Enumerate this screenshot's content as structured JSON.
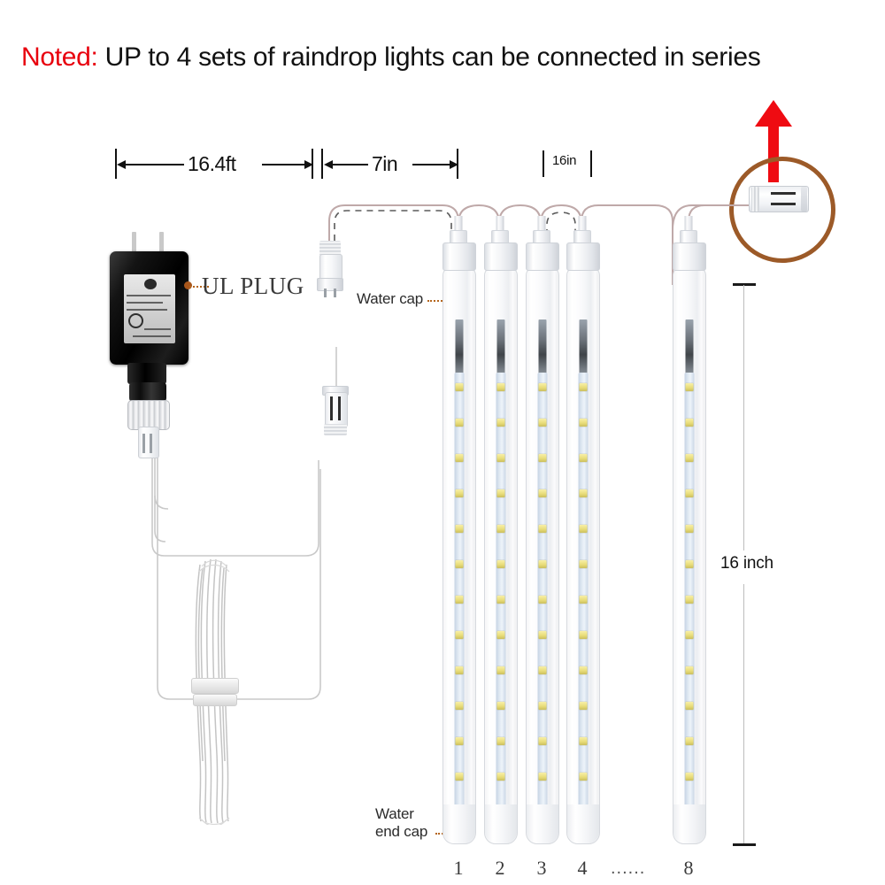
{
  "note": {
    "prefix": "Noted:",
    "text": " UP to 4 sets of raindrop lights can be connected in series",
    "prefix_color": "#e8000d",
    "text_color": "#111111"
  },
  "dimensions": {
    "cord_length": "16.4ft",
    "lead_spacing": "7in",
    "tube_spacing": "16in",
    "tube_length": "16 inch"
  },
  "callouts": {
    "ul_plug": "UL PLUG",
    "water_cap": "Water cap",
    "water_end_cap_line1": "Water",
    "water_end_cap_line2": "end cap"
  },
  "tube_numbers": {
    "labels": [
      "1",
      "2",
      "3",
      "4",
      "8"
    ],
    "ellipsis": "......"
  },
  "colors": {
    "accent_red": "#ef0b12",
    "highlight_circle": "#9c5a28",
    "leader_dot": "#a8561b",
    "wire": "#bfa9a9",
    "led": "#e9dd7a",
    "strip": "#c9d6e6"
  },
  "icons": {
    "red_arrow": "arrow-up-icon",
    "highlight_circle": "circle-highlight-icon",
    "plug": "ul-plug-icon",
    "male_connector": "male-connector-icon",
    "female_connector": "female-connector-icon",
    "coil": "cable-coil-icon"
  }
}
